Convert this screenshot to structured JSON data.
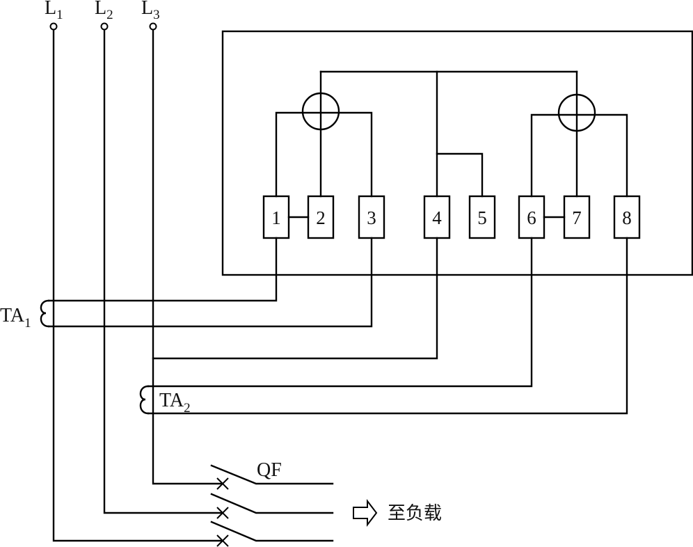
{
  "diagram": {
    "type": "wiring-diagram",
    "subject": "Three-phase two-element energy meter with current transformers",
    "phase_lines": [
      {
        "id": "L1",
        "main": "L",
        "sub": "1"
      },
      {
        "id": "L2",
        "main": "L",
        "sub": "2"
      },
      {
        "id": "L3",
        "main": "L",
        "sub": "3"
      }
    ],
    "current_transformers": [
      {
        "id": "TA1",
        "main": "TA",
        "sub": "1"
      },
      {
        "id": "TA2",
        "main": "TA",
        "sub": "2"
      }
    ],
    "meter": {
      "elements": 2,
      "terminals": [
        "1",
        "2",
        "3",
        "4",
        "5",
        "6",
        "7",
        "8"
      ]
    },
    "breaker": {
      "label": "QF",
      "poles": 3
    },
    "load_label": "至负载",
    "load_arrow_icon": "hollow-right-arrow",
    "connections": [
      {
        "from": "L1",
        "via": "TA1",
        "to": [
          "1",
          "3"
        ]
      },
      {
        "from": "L3",
        "to": [
          "4"
        ]
      },
      {
        "from": "L3",
        "via": "TA2",
        "to": [
          "6",
          "8"
        ]
      },
      {
        "from": "1",
        "to": "2"
      },
      {
        "from": "6",
        "to": "7"
      },
      {
        "from": "4",
        "to": "5"
      },
      {
        "from": [
          "L1",
          "L2",
          "L3"
        ],
        "via": "QF",
        "to": "load"
      }
    ]
  }
}
